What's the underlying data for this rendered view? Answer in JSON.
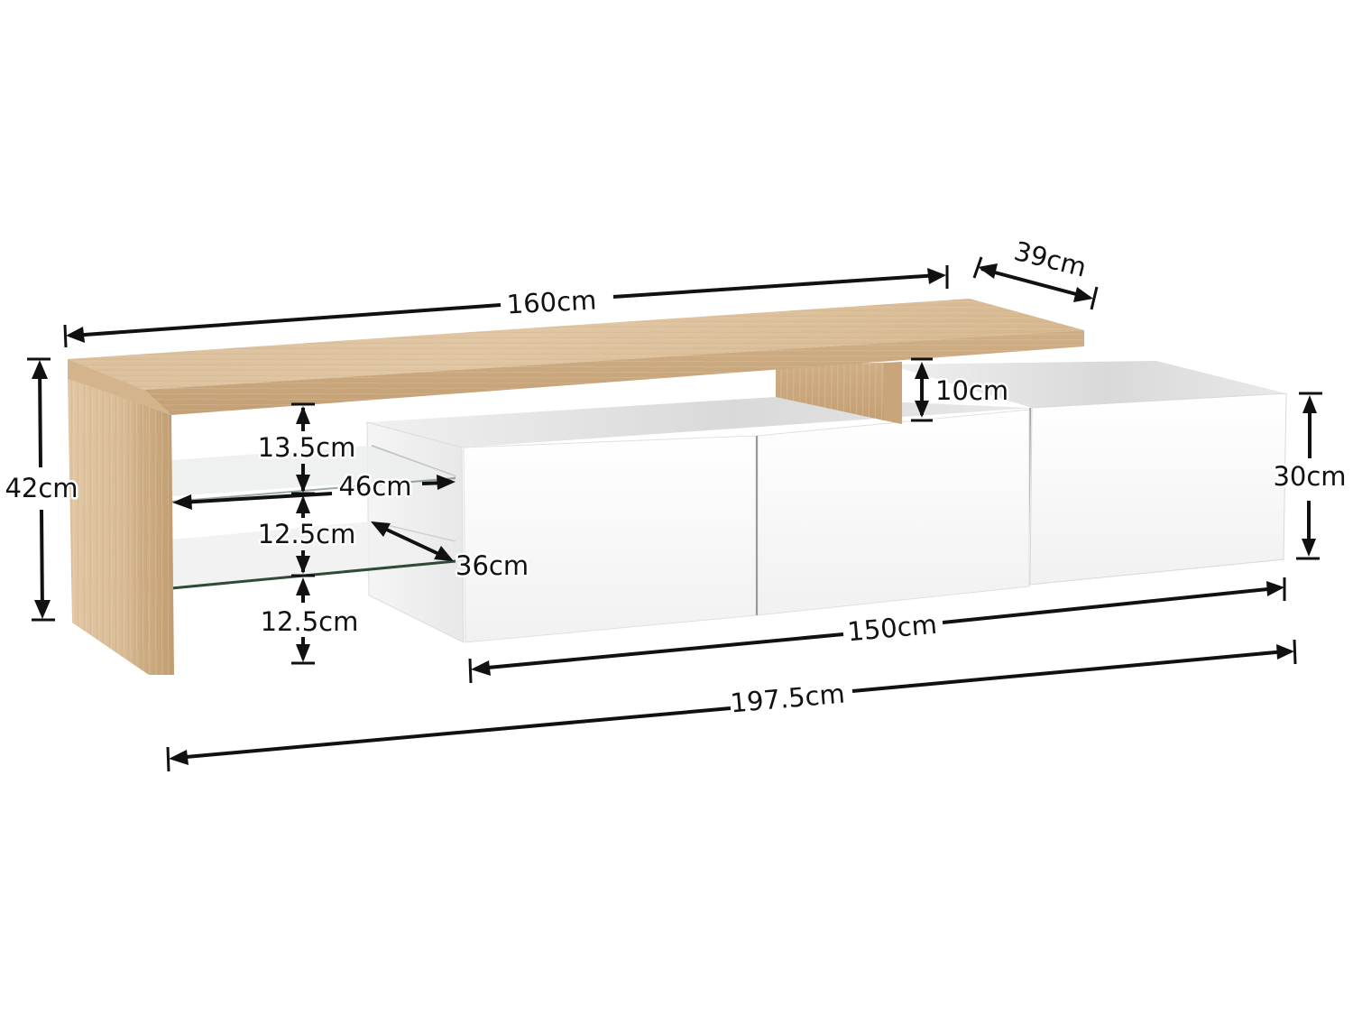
{
  "product": "TV stand with wood top, glass shelves and 3 white drawers",
  "colors": {
    "wood_light": "#dcc19f",
    "wood_mid": "#cfae86",
    "wood_dark": "#b8926a",
    "white_front": "#f7f7f7",
    "white_top": "#e6e6e6",
    "white_side": "#efefef",
    "glass": "#eef1f0",
    "glass_edge": "#2f4a36",
    "dimension_line": "#111111"
  },
  "dimensions": {
    "top_width": "160cm",
    "top_depth": "39cm",
    "total_height": "42cm",
    "gap_height": "10cm",
    "cabinet_height": "30cm",
    "shelf1_gap": "13.5cm",
    "shelf2_gap": "12.5cm",
    "shelf3_gap": "12.5cm",
    "shelf_width": "46cm",
    "shelf_depth": "36cm",
    "cabinet_width": "150cm",
    "overall_width": "197.5cm"
  }
}
